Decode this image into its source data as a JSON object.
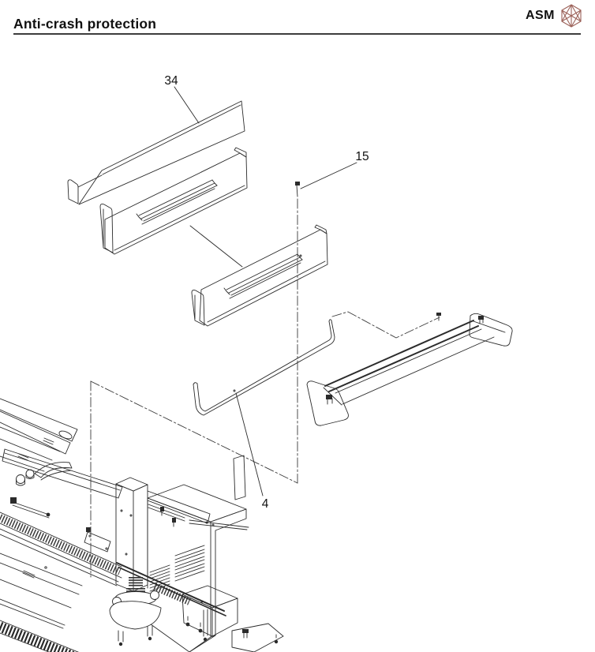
{
  "page": {
    "background": "#ffffff"
  },
  "header": {
    "title": "Anti-crash protection",
    "brand": "ASM",
    "logo_color": "#9c6259",
    "rule_color": "#3d3d3d",
    "text_color": "#111111"
  },
  "diagram": {
    "line_color": "#2b2b2b",
    "labels": [
      {
        "text": "34"
      },
      {
        "text": "15"
      },
      {
        "text": "4"
      }
    ]
  }
}
